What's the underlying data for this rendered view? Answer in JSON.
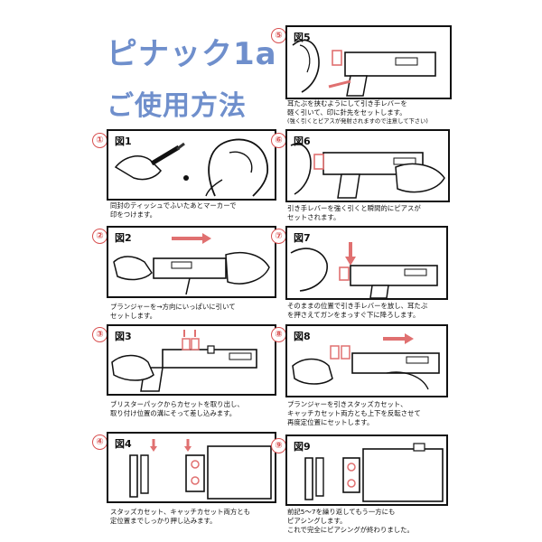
{
  "title": "ピナック1a",
  "subtitle": "ご使用方法",
  "steps": [
    {
      "num": "①",
      "fig": "図1",
      "lines": [
        "同封のティッシュでふいたあとマーカーで",
        "印をつけます。"
      ]
    },
    {
      "num": "②",
      "fig": "図2",
      "lines": [
        "プランジャーを→方向にいっぱいに引いて",
        "セットします。"
      ]
    },
    {
      "num": "③",
      "fig": "図3",
      "lines": [
        "ブリスターパックからカセットを取り出し、",
        "取り付け位置の溝にそって差し込みます。"
      ]
    },
    {
      "num": "④",
      "fig": "図4",
      "lines": [
        "スタッズカセット、キャッチカセット両方とも",
        "定位置までしっかり押し込みます。"
      ]
    },
    {
      "num": "⑤",
      "fig": "図5",
      "lines": [
        "耳たぶを挟むようにして引き手レバーを",
        "軽く引いて、印に針先をセットします。",
        "(強く引くとピアスが発射されますので注意して下さい)"
      ]
    },
    {
      "num": "⑥",
      "fig": "図6",
      "lines": [
        "引き手レバーを強く引くと瞬間的にピアスが",
        "セットされます。"
      ]
    },
    {
      "num": "⑦",
      "fig": "図7",
      "lines": [
        "そのままの位置で引き手レバーを放し、耳たぶ",
        "を押さえてガンをまっすぐ下に降ろします。"
      ]
    },
    {
      "num": "⑧",
      "fig": "図8",
      "lines": [
        "プランジャーを引きスタッズカセット、",
        "キャッチカセット両方とも上下を反転させて",
        "再度定位置にセットします。"
      ]
    },
    {
      "num": "⑨",
      "fig": "図9",
      "lines": [
        "前記5〜7を繰り返してもう一方にも",
        "ピアシングします。",
        "これで完全にピアシングが終わりました。"
      ]
    }
  ],
  "colors": {
    "title": "#6f8fcc",
    "step_number": "#d85050",
    "arrow": "#e07070"
  }
}
